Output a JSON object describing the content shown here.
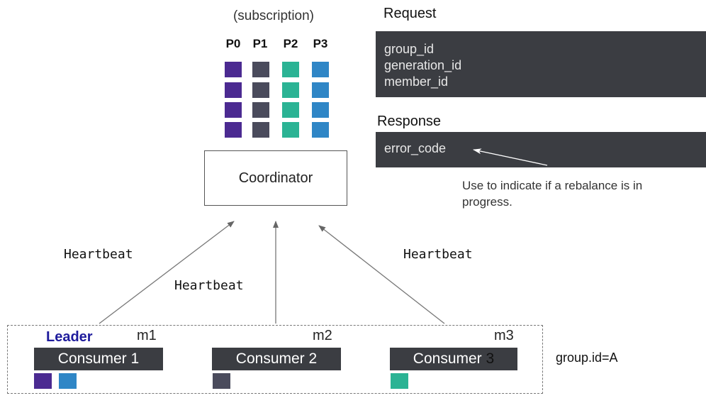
{
  "subscription_label": "(subscription)",
  "partitions": [
    {
      "label": "P0",
      "color": "#4b2a91"
    },
    {
      "label": "P1",
      "color": "#4a4b5c"
    },
    {
      "label": "P2",
      "color": "#2bb394"
    },
    {
      "label": "P3",
      "color": "#2f86c6"
    }
  ],
  "squares_per_partition": 4,
  "coordinator_label": "Coordinator",
  "request": {
    "title": "Request",
    "fields": [
      "group_id",
      "generation_id",
      "member_id"
    ]
  },
  "response": {
    "title": "Response",
    "fields": [
      "error_code"
    ],
    "note": "Use to indicate if a rebalance is in progress."
  },
  "heartbeat_label": "Heartbeat",
  "leader_label": "Leader",
  "consumers": [
    {
      "name": "Consumer 1",
      "member": "m1",
      "assigned": [
        "#4b2a91",
        "#2f86c6"
      ]
    },
    {
      "name": "Consumer 2",
      "member": "m2",
      "assigned": [
        "#4a4b5c"
      ]
    },
    {
      "name": "Consumer ",
      "name_suffix": "3",
      "member": "m3",
      "assigned": [
        "#2bb394"
      ]
    }
  ],
  "group_id_label": "group.id=A"
}
